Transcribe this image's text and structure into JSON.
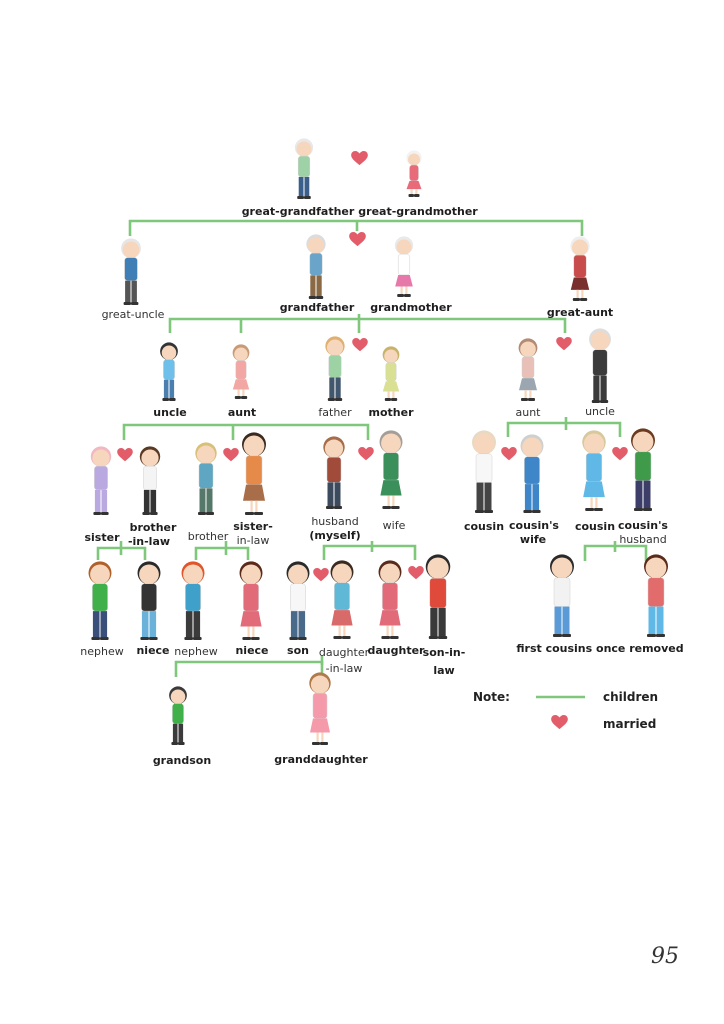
{
  "title": "",
  "members": {
    "great_grandfather": "great-grandfather",
    "great_grandmother": "great-grandmother",
    "great_uncle": "great-uncle",
    "grandfather": "grandfather",
    "grandmother": "grandmother",
    "great_aunt": "great-aunt",
    "uncle": "uncle",
    "aunt": "aunt",
    "father": "father",
    "mother": "mother",
    "aunt_2": "aunt",
    "uncle_2": "uncle",
    "sister": "sister",
    "brother_in_law_1": "brother",
    "brother_in_law_2": "-in-law",
    "brother": "brother",
    "sister_in_law_1": "sister-",
    "sister_in_law_2": "in-law",
    "husband_1": "husband",
    "husband_2": "(myself)",
    "wife": "wife",
    "cousin": "cousin",
    "cousins_wife_1": "cousin's",
    "cousins_wife_2": "wife",
    "cousin_2": "cousin",
    "cousins_husband_1": "cousin's",
    "cousins_husband_2": "husband",
    "nephew": "nephew",
    "niece": "niece",
    "nephew_2": "nephew",
    "niece_2": "niece",
    "son": "son",
    "daughter_in_law_1": "daughter",
    "daughter_in_law_2": "-in-law",
    "daughter": "daughter",
    "son_in_law_1": "son-in-",
    "son_in_law_2": "law",
    "first_cousins_once_removed": "first cousins once removed",
    "grandson": "grandson",
    "granddaughter": "granddaughter"
  },
  "legend": {
    "note": "Note:",
    "children": "children",
    "married": "married"
  },
  "page_number": "95",
  "colors": {
    "children_line": "#7fc77a",
    "married_heart": "#e25c6a"
  }
}
